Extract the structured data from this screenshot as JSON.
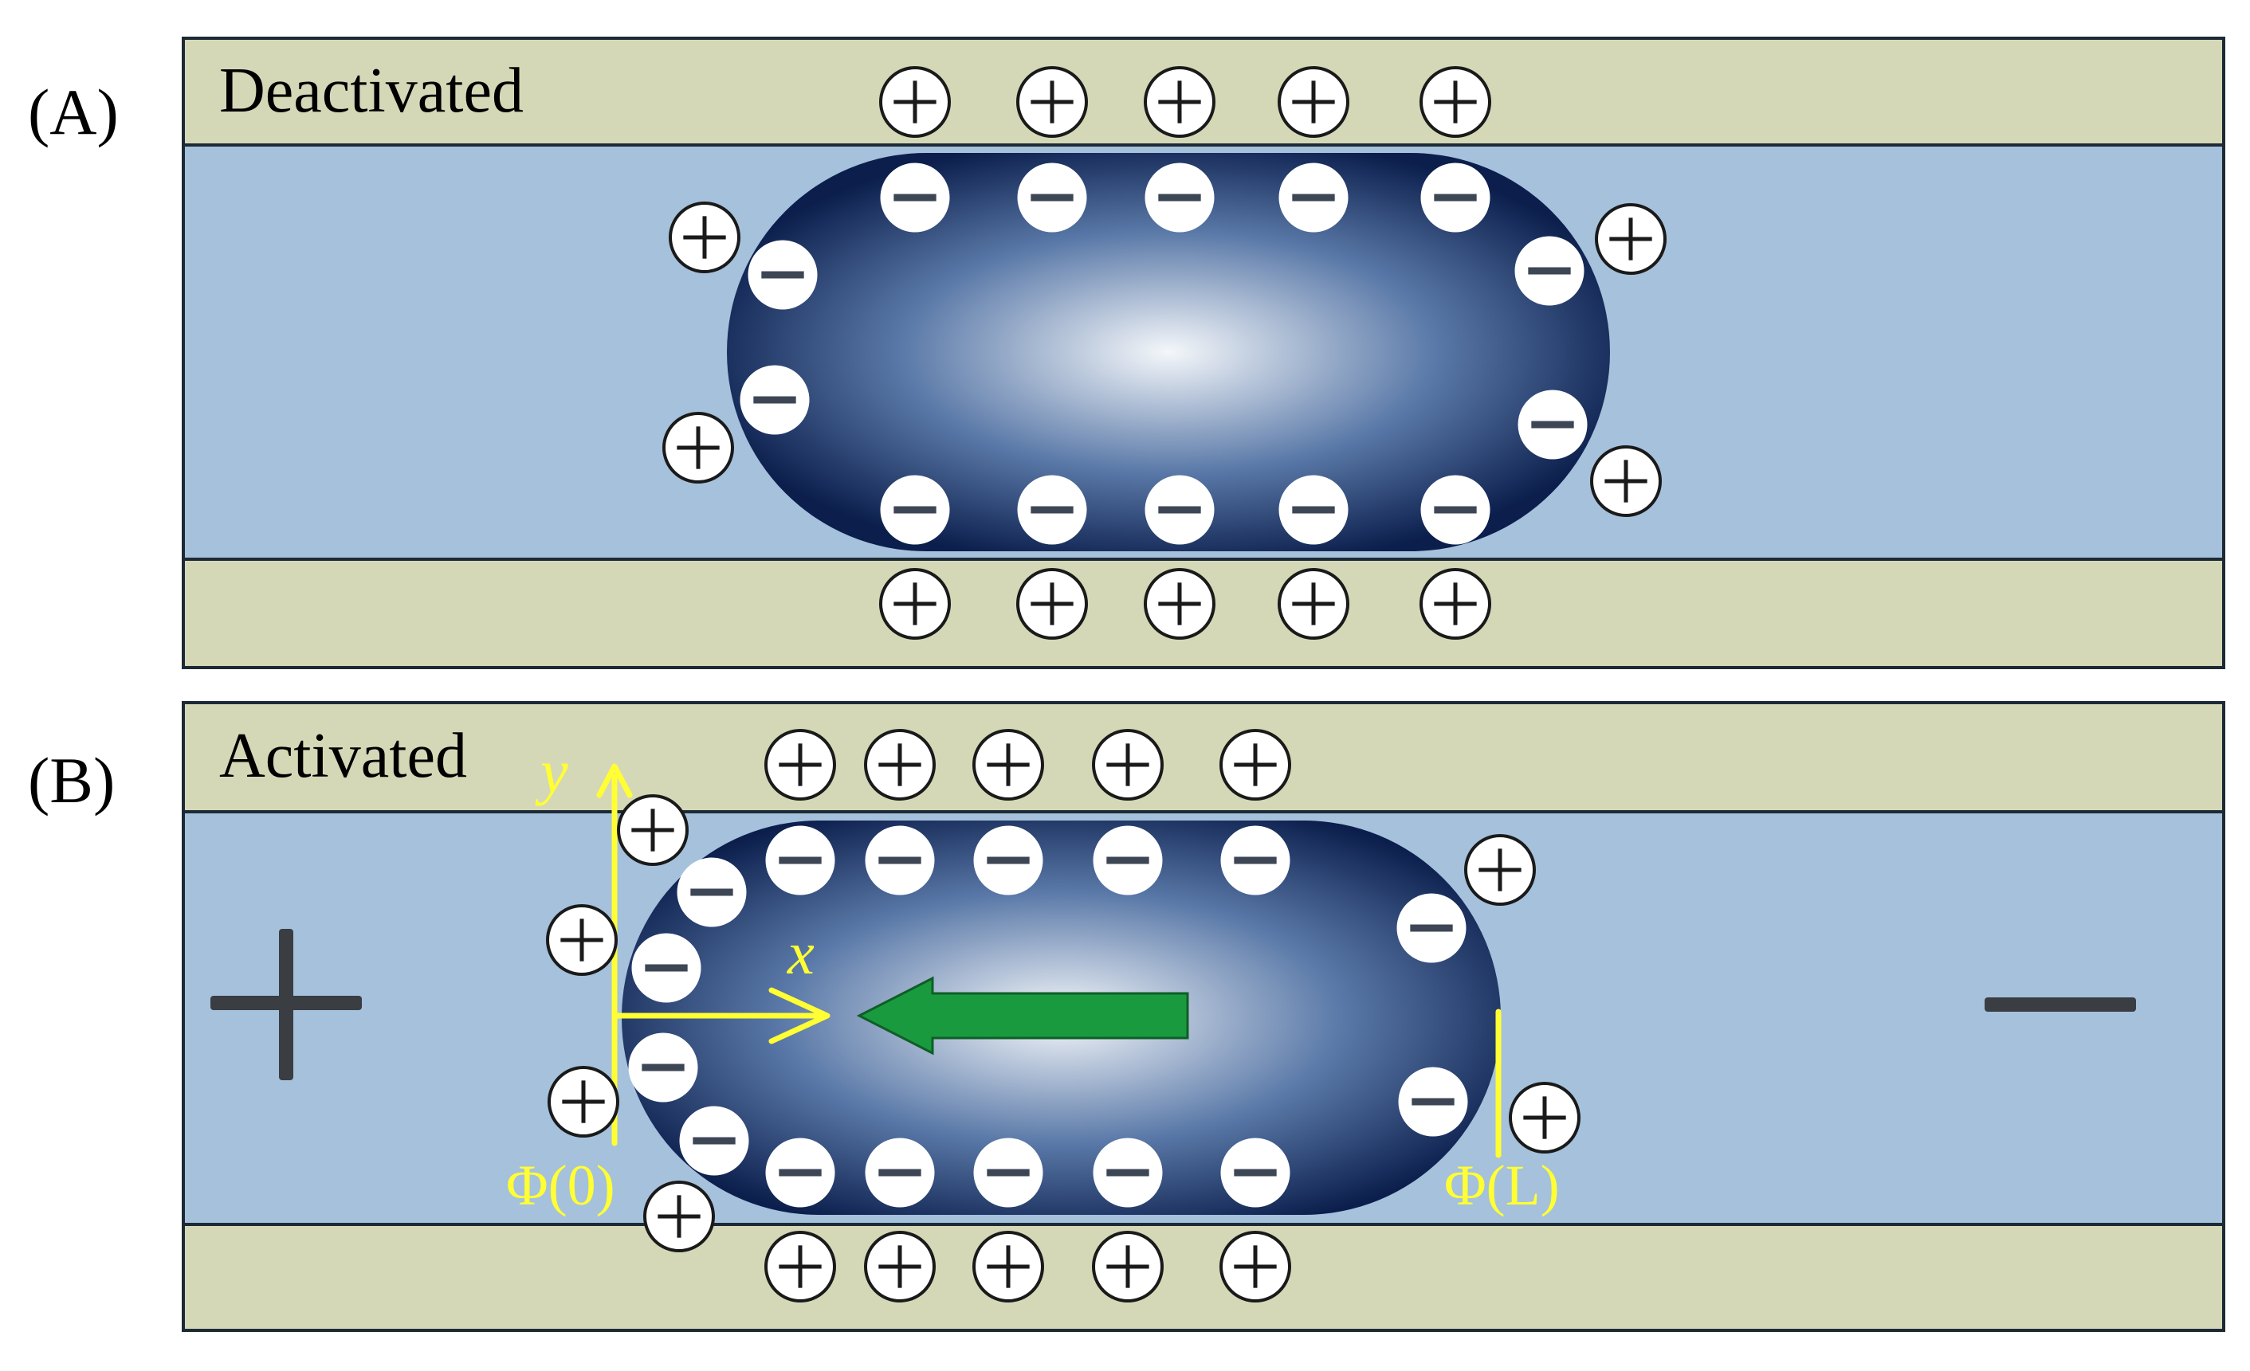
{
  "panels": [
    {
      "id": "A",
      "panel_label": "(A)",
      "title": "Deactivated"
    },
    {
      "id": "B",
      "panel_label": "(B)",
      "title": "Activated",
      "electrode_left": "+",
      "electrode_right": "−",
      "axis_y": "y",
      "axis_x": "x",
      "phi_left": "Φ(0)",
      "phi_right": "Φ(L)"
    }
  ],
  "charges": {
    "plus": "+",
    "minus": "−"
  },
  "colors": {
    "wall": "#d5d8b6",
    "channel": "#a5c1dc",
    "stroke": "#1d2a36",
    "droplet_dark": "#0b1e4c",
    "droplet_light": "#f4f7fa",
    "annotation": "#ffff33",
    "arrow_green": "#1a9a3f"
  }
}
